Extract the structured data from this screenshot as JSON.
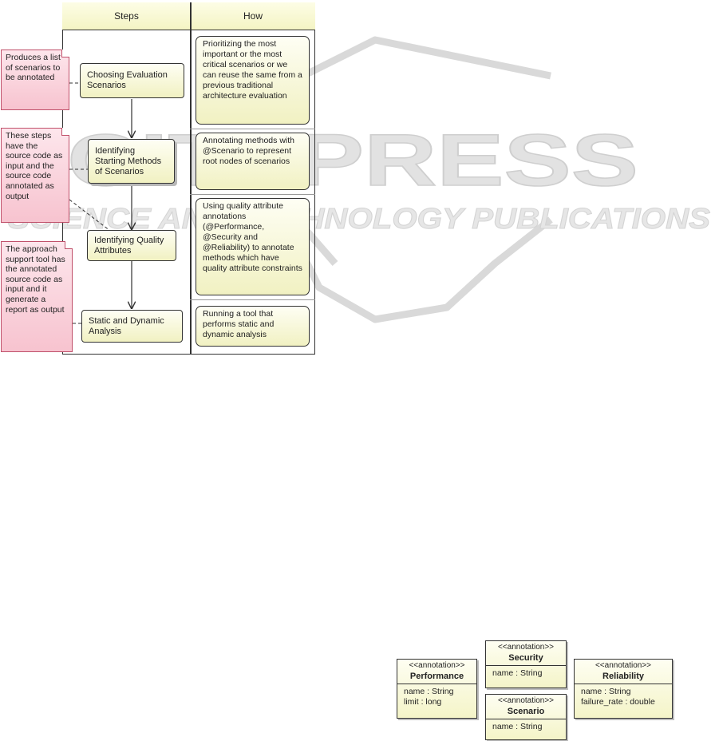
{
  "watermark": {
    "brand": "SCITEPRESS",
    "tagline": "SCIENCE AND TECHNOLOGY PUBLICATIONS"
  },
  "swimlane": {
    "headers": [
      "Steps",
      "How"
    ],
    "steps": [
      "Choosing Evaluation Scenarios",
      "Identifying Starting Methods of Scenarios",
      "Identifying Quality Attributes",
      "Static and Dynamic Analysis"
    ],
    "how": [
      "Prioritizing the most important or the most critical scenarios or we can reuse the same from a previous traditional architecture evaluation",
      "Annotating methods with @Scenario to represent root nodes of scenarios",
      "Using quality attribute annotations (@Performance, @Security and @Reliability) to annotate methods which have quality attribute constraints",
      "Running a tool that performs static and dynamic analysis"
    ],
    "notes": [
      "Produces a list of scenarios to be annotated",
      "These steps have the source code as input and the source code annotated as output",
      "The approach support tool has the annotated source code as input and it generate a report as output"
    ]
  },
  "annotations": {
    "performance": {
      "stereotype": "<<annotation>>",
      "name": "Performance",
      "attrs": [
        "name : String",
        "limit : long"
      ]
    },
    "security": {
      "stereotype": "<<annotation>>",
      "name": "Security",
      "attrs": [
        "name : String"
      ]
    },
    "scenario": {
      "stereotype": "<<annotation>>",
      "name": "Scenario",
      "attrs": [
        "name : String"
      ]
    },
    "reliability": {
      "stereotype": "<<annotation>>",
      "name": "Reliability",
      "attrs": [
        "name : String",
        "failure_rate : double"
      ]
    }
  },
  "colors": {
    "box_fill": "#f4f4c8",
    "note_fill": "#f7c3cf",
    "note_border": "#c0506a",
    "watermark": "#d8d8d8"
  }
}
